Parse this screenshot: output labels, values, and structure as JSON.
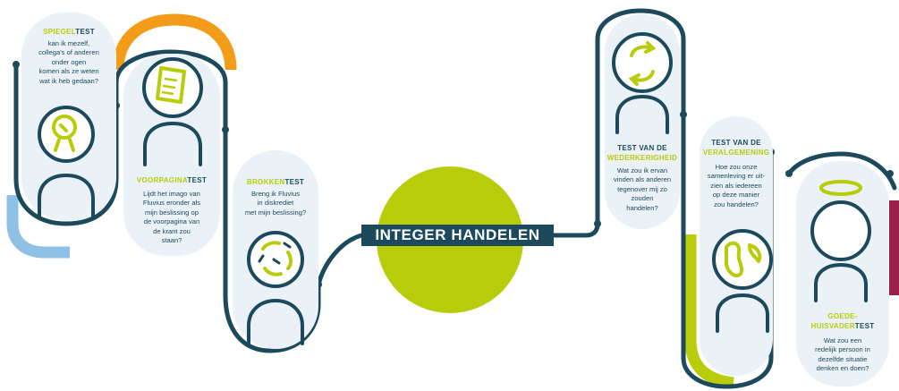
{
  "colors": {
    "navy": "#1c4a5c",
    "lime": "#b9cc0a",
    "orange": "#f39c1a",
    "lightblue": "#8fc1e6",
    "card": "#eaf1f7",
    "maroon": "#9b1f4b"
  },
  "center": {
    "label": "INTEGER HANDELEN"
  },
  "tests": [
    {
      "id": "spiegel",
      "title_highlight": "SPIEGEL",
      "title_rest": "TEST",
      "lines": [
        "kan ik mezelf,",
        "collega's of anderen",
        "onder ogen",
        "komen als ze weten",
        "wat ik heb gedaan?"
      ],
      "icon": "magnifier-bulb-icon"
    },
    {
      "id": "voorpagina",
      "title_highlight": "VOORPAGINA",
      "title_rest": "TEST",
      "lines": [
        "Lijdt het imago van",
        "Fluvius eronder als",
        "mijn beslissing op",
        "de voorpagina van",
        "de krant zou",
        "staan?"
      ],
      "icon": "newspaper-icon"
    },
    {
      "id": "brokken",
      "title_highlight": "BROKKEN",
      "title_rest": "TEST",
      "lines": [
        "Breng ik  Fluvius",
        "in diskrediet",
        "met mijn beslissing?"
      ],
      "icon": "broken-pieces-icon"
    },
    {
      "id": "wederkerigheid",
      "title_top": "TEST VAN DE",
      "title_highlight": "WEDERKERIGHEID",
      "lines": [
        "Wat zou ik ervan",
        "vinden als anderen",
        "tegenover mij zo",
        "zouden",
        "handelen?"
      ],
      "icon": "reciprocity-arrows-icon"
    },
    {
      "id": "veralgemening",
      "title_top": "TEST VAN DE",
      "title_highlight": "VERALGEMENING",
      "lines": [
        "Hoe zou onze",
        "samenleving er uit-",
        "zien als iedereen",
        "op deze manier",
        "zou handelen?"
      ],
      "icon": "globe-icon"
    },
    {
      "id": "goedehuisvader",
      "title_highlight_1": "GOEDE-",
      "title_highlight_2": "HUISVADER",
      "title_rest": "TEST",
      "lines": [
        "Wat zou een",
        "redelijk persoon in",
        "dezelfde situatie",
        "denken en doen?"
      ],
      "icon": "halo-icon"
    }
  ]
}
